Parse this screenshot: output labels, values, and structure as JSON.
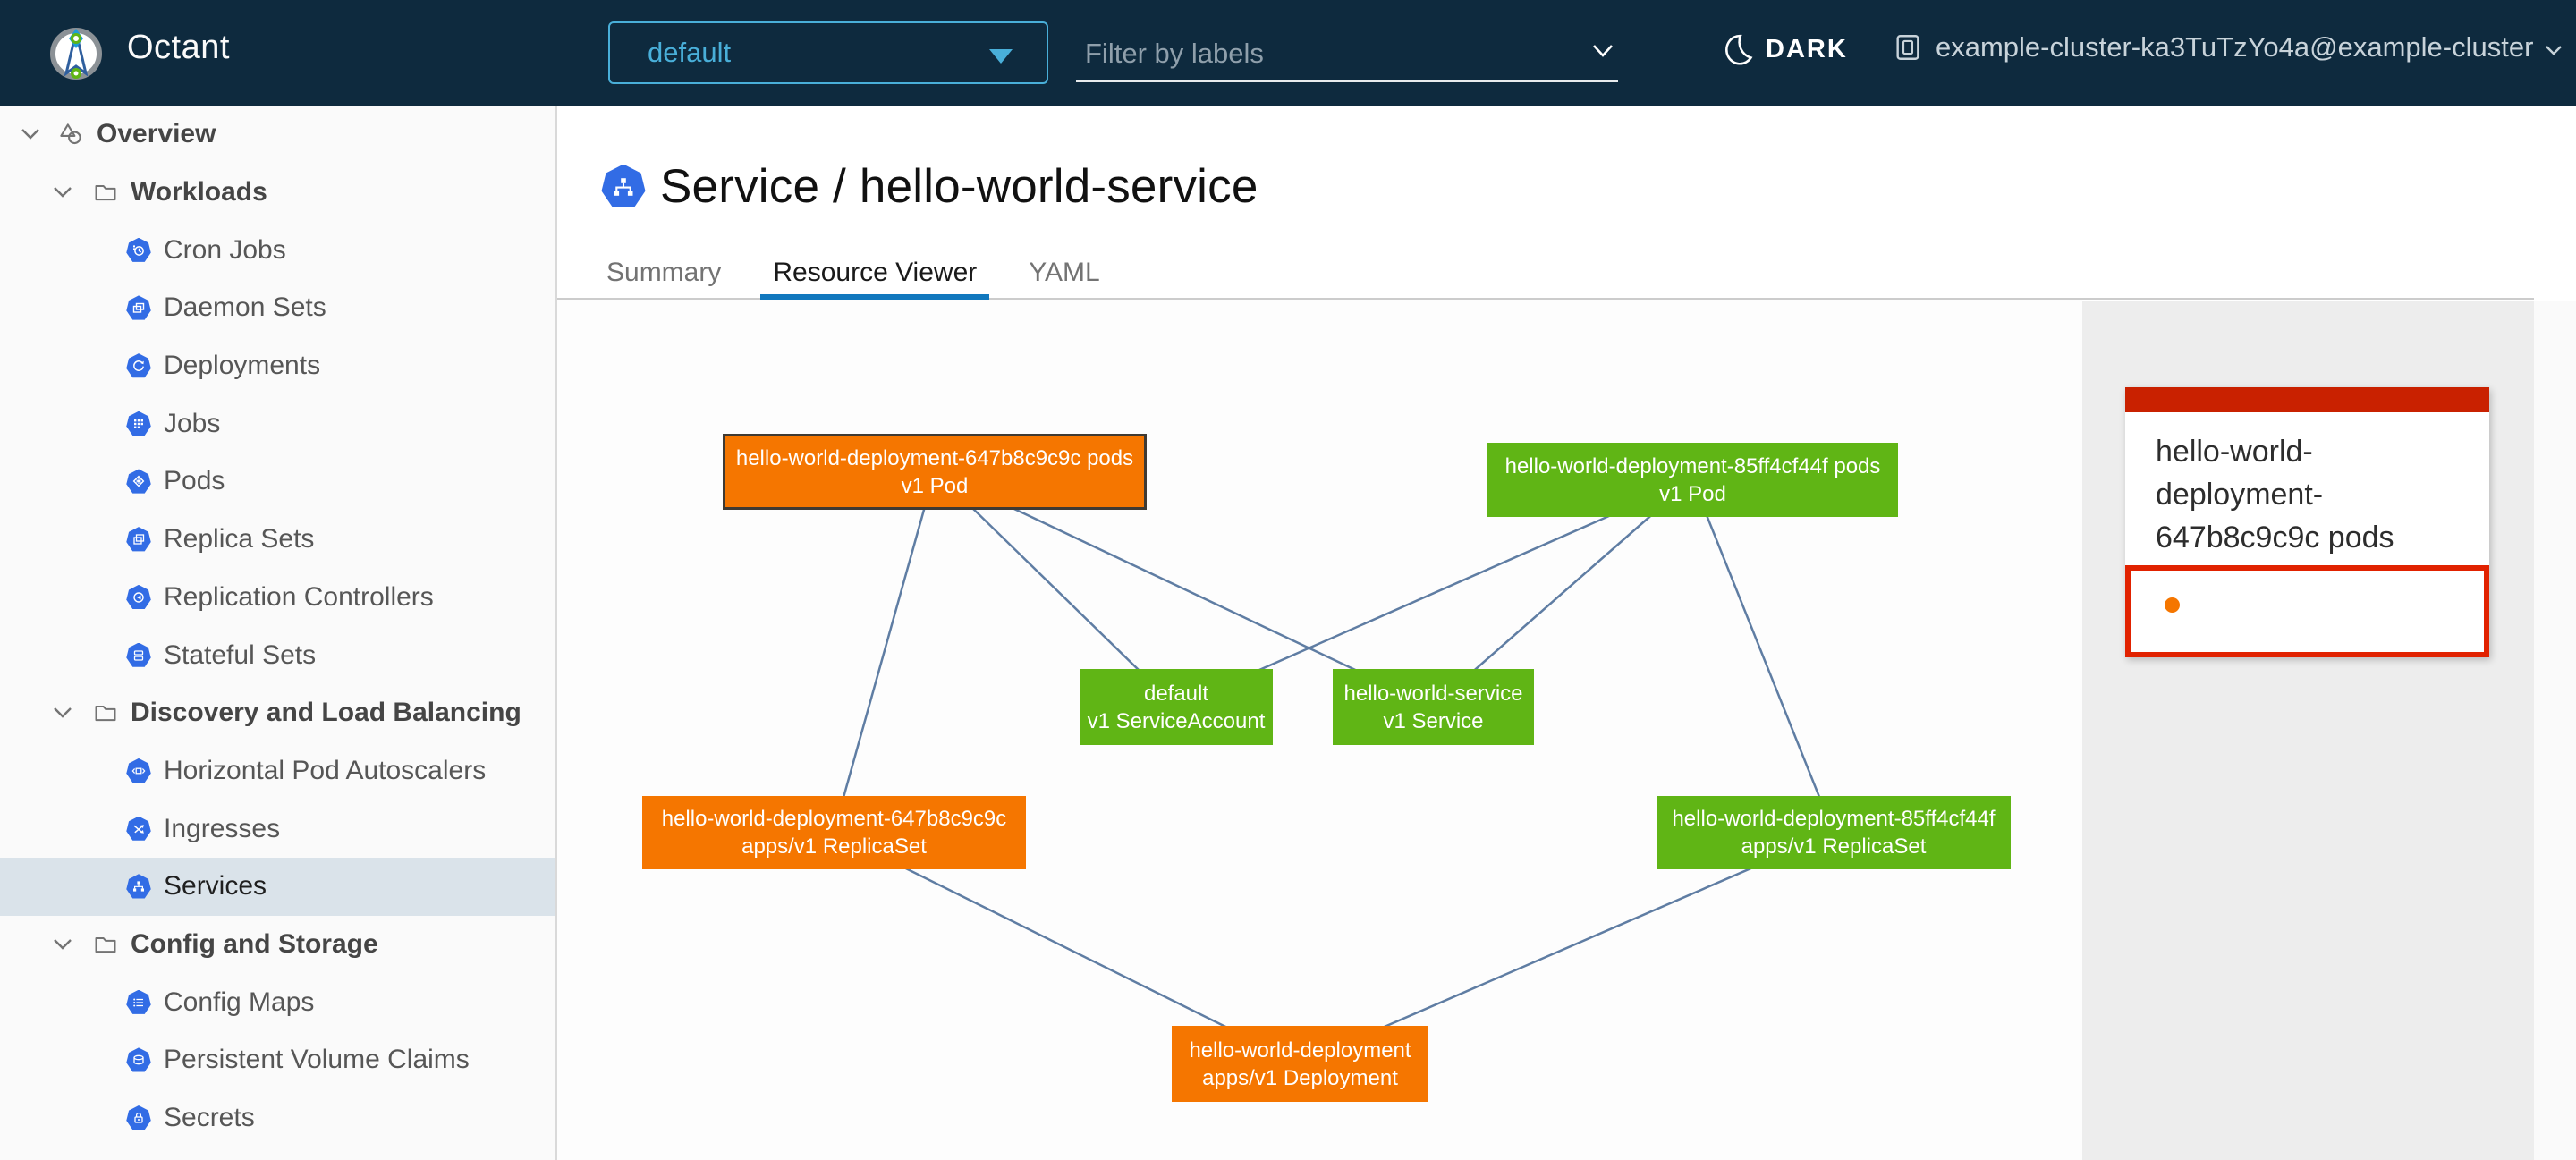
{
  "header": {
    "app_title": "Octant",
    "namespace": {
      "selected": "default"
    },
    "filter": {
      "placeholder": "Filter by labels"
    },
    "theme_toggle_label": "DARK",
    "context_label": "example-cluster-ka3TuTzYo4a@example-cluster"
  },
  "sidebar": {
    "items": [
      {
        "label": "Overview",
        "icon": "overview-icon",
        "level": 0,
        "expanded": true
      },
      {
        "label": "Workloads",
        "icon": "folder-icon",
        "level": 1,
        "expanded": true
      },
      {
        "label": "Cron Jobs",
        "icon": "cronjob-icon",
        "level": 2
      },
      {
        "label": "Daemon Sets",
        "icon": "daemonset-icon",
        "level": 2
      },
      {
        "label": "Deployments",
        "icon": "deployment-icon",
        "level": 2
      },
      {
        "label": "Jobs",
        "icon": "job-icon",
        "level": 2
      },
      {
        "label": "Pods",
        "icon": "pod-icon",
        "level": 2
      },
      {
        "label": "Replica Sets",
        "icon": "replicaset-icon",
        "level": 2
      },
      {
        "label": "Replication Controllers",
        "icon": "replicationcontroller-icon",
        "level": 2
      },
      {
        "label": "Stateful Sets",
        "icon": "statefulset-icon",
        "level": 2
      },
      {
        "label": "Discovery and Load Balancing",
        "icon": "folder-icon",
        "level": 1,
        "expanded": true
      },
      {
        "label": "Horizontal Pod Autoscalers",
        "icon": "hpa-icon",
        "level": 2
      },
      {
        "label": "Ingresses",
        "icon": "ingress-icon",
        "level": 2
      },
      {
        "label": "Services",
        "icon": "service-icon",
        "level": 2,
        "selected": true
      },
      {
        "label": "Config and Storage",
        "icon": "folder-icon",
        "level": 1,
        "expanded": true
      },
      {
        "label": "Config Maps",
        "icon": "configmap-icon",
        "level": 2
      },
      {
        "label": "Persistent Volume Claims",
        "icon": "pvc-icon",
        "level": 2
      },
      {
        "label": "Secrets",
        "icon": "secret-icon",
        "level": 2
      }
    ]
  },
  "main": {
    "title": "Service / hello-world-service",
    "tabs": [
      {
        "label": "Summary",
        "active": false
      },
      {
        "label": "Resource Viewer",
        "active": true
      },
      {
        "label": "YAML",
        "active": false
      }
    ]
  },
  "graph": {
    "nodes": [
      {
        "line1": "hello-world-deployment-647b8c9c9c pods",
        "line2": "v1 Pod",
        "color": "orange",
        "selected": "true"
      },
      {
        "line1": "hello-world-deployment-85ff4cf44f pods",
        "line2": "v1 Pod",
        "color": "green",
        "selected": "false"
      },
      {
        "line1": "default",
        "line2": "v1 ServiceAccount",
        "color": "green",
        "selected": "false"
      },
      {
        "line1": "hello-world-service",
        "line2": "v1 Service",
        "color": "green",
        "selected": "false"
      },
      {
        "line1": "hello-world-deployment-647b8c9c9c",
        "line2": "apps/v1 ReplicaSet",
        "color": "orange",
        "selected": "false"
      },
      {
        "line1": "hello-world-deployment-85ff4cf44f",
        "line2": "apps/v1 ReplicaSet",
        "color": "green",
        "selected": "false"
      },
      {
        "line1": "hello-world-deployment",
        "line2": "apps/v1 Deployment",
        "color": "orange",
        "selected": "false"
      }
    ],
    "edges": [
      [
        0,
        2
      ],
      [
        0,
        3
      ],
      [
        0,
        4
      ],
      [
        1,
        2
      ],
      [
        1,
        3
      ],
      [
        1,
        5
      ],
      [
        4,
        6
      ],
      [
        5,
        6
      ]
    ]
  },
  "detail_panel": {
    "title": "hello-world-deployment-647b8c9c9c pods"
  },
  "colors": {
    "header_bg": "#0e2a3e",
    "namespace_accent": "#49afd9",
    "kubernetes_blue": "#326ce5",
    "sidebar_selected_bg": "#dae3ea",
    "tab_active_underline": "#1178be",
    "node_orange": "#f57600",
    "node_green": "#60b515",
    "node_selected_border": "#3f3a33",
    "edge": "#5f7da3",
    "card_accent_red": "#c92100",
    "card_highlight_red": "#e12200",
    "status_dot_orange": "#f57600"
  }
}
